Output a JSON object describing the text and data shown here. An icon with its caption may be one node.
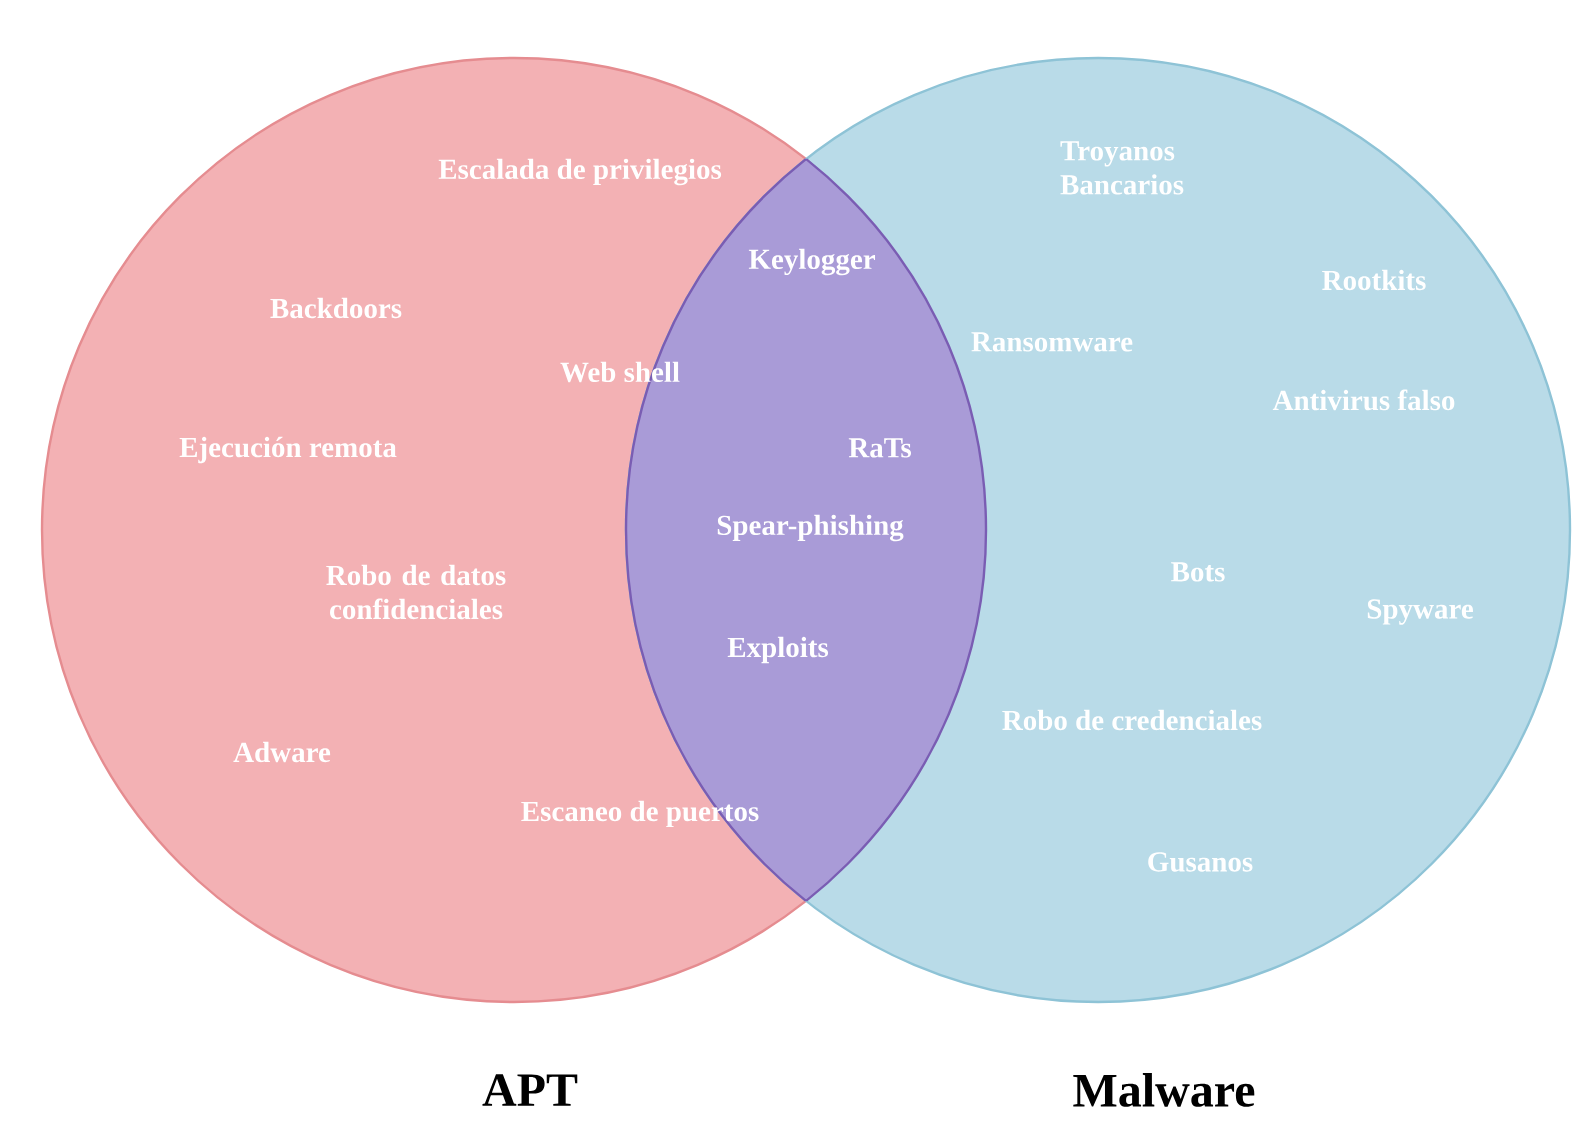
{
  "diagram": {
    "nodes": [
      {
        "text": [
          "APT"
        ]
      },
      {
        "text": [
          "Malware"
        ]
      }
    ],
    "labels": [
      "Escalada de privilegios",
      "Troyanos Bancarios",
      "Keylogger",
      "Backdoors",
      "Rootkits",
      "Ransomware",
      "Web shell",
      "Antivirus falso",
      "Ejecución remota",
      "RaTs",
      "Spear-phishing",
      "Robo de datos confidenciales",
      "Bots",
      "Spyware",
      "Exploits",
      "Robo de credenciales",
      "Adware",
      "Escaneo de puertos",
      "Gusanos"
    ]
  }
}
